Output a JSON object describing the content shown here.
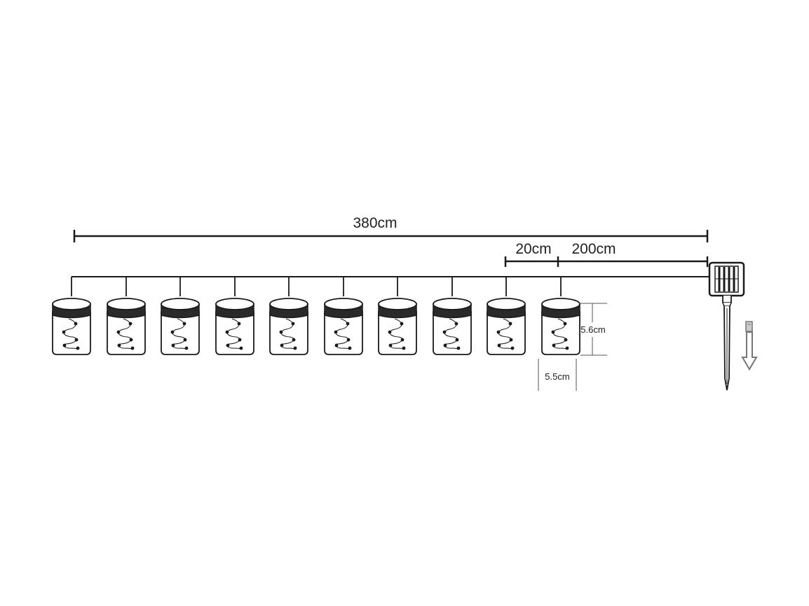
{
  "dimensions": {
    "total_length": "380cm",
    "lantern_spacing": "20cm",
    "lead_cable": "200cm",
    "lantern_height": "5.6cm",
    "lantern_width": "5.5cm"
  },
  "lantern_count": 10,
  "colors": {
    "ink": "#1a1a1a",
    "lid": "#2a2a2a",
    "dim_line": "#555555",
    "arrow": "#777777"
  },
  "icons": {
    "solar_panel": "solar-panel-icon",
    "ground_stake": "ground-stake-icon",
    "insert_direction": "arrow-down-icon"
  }
}
